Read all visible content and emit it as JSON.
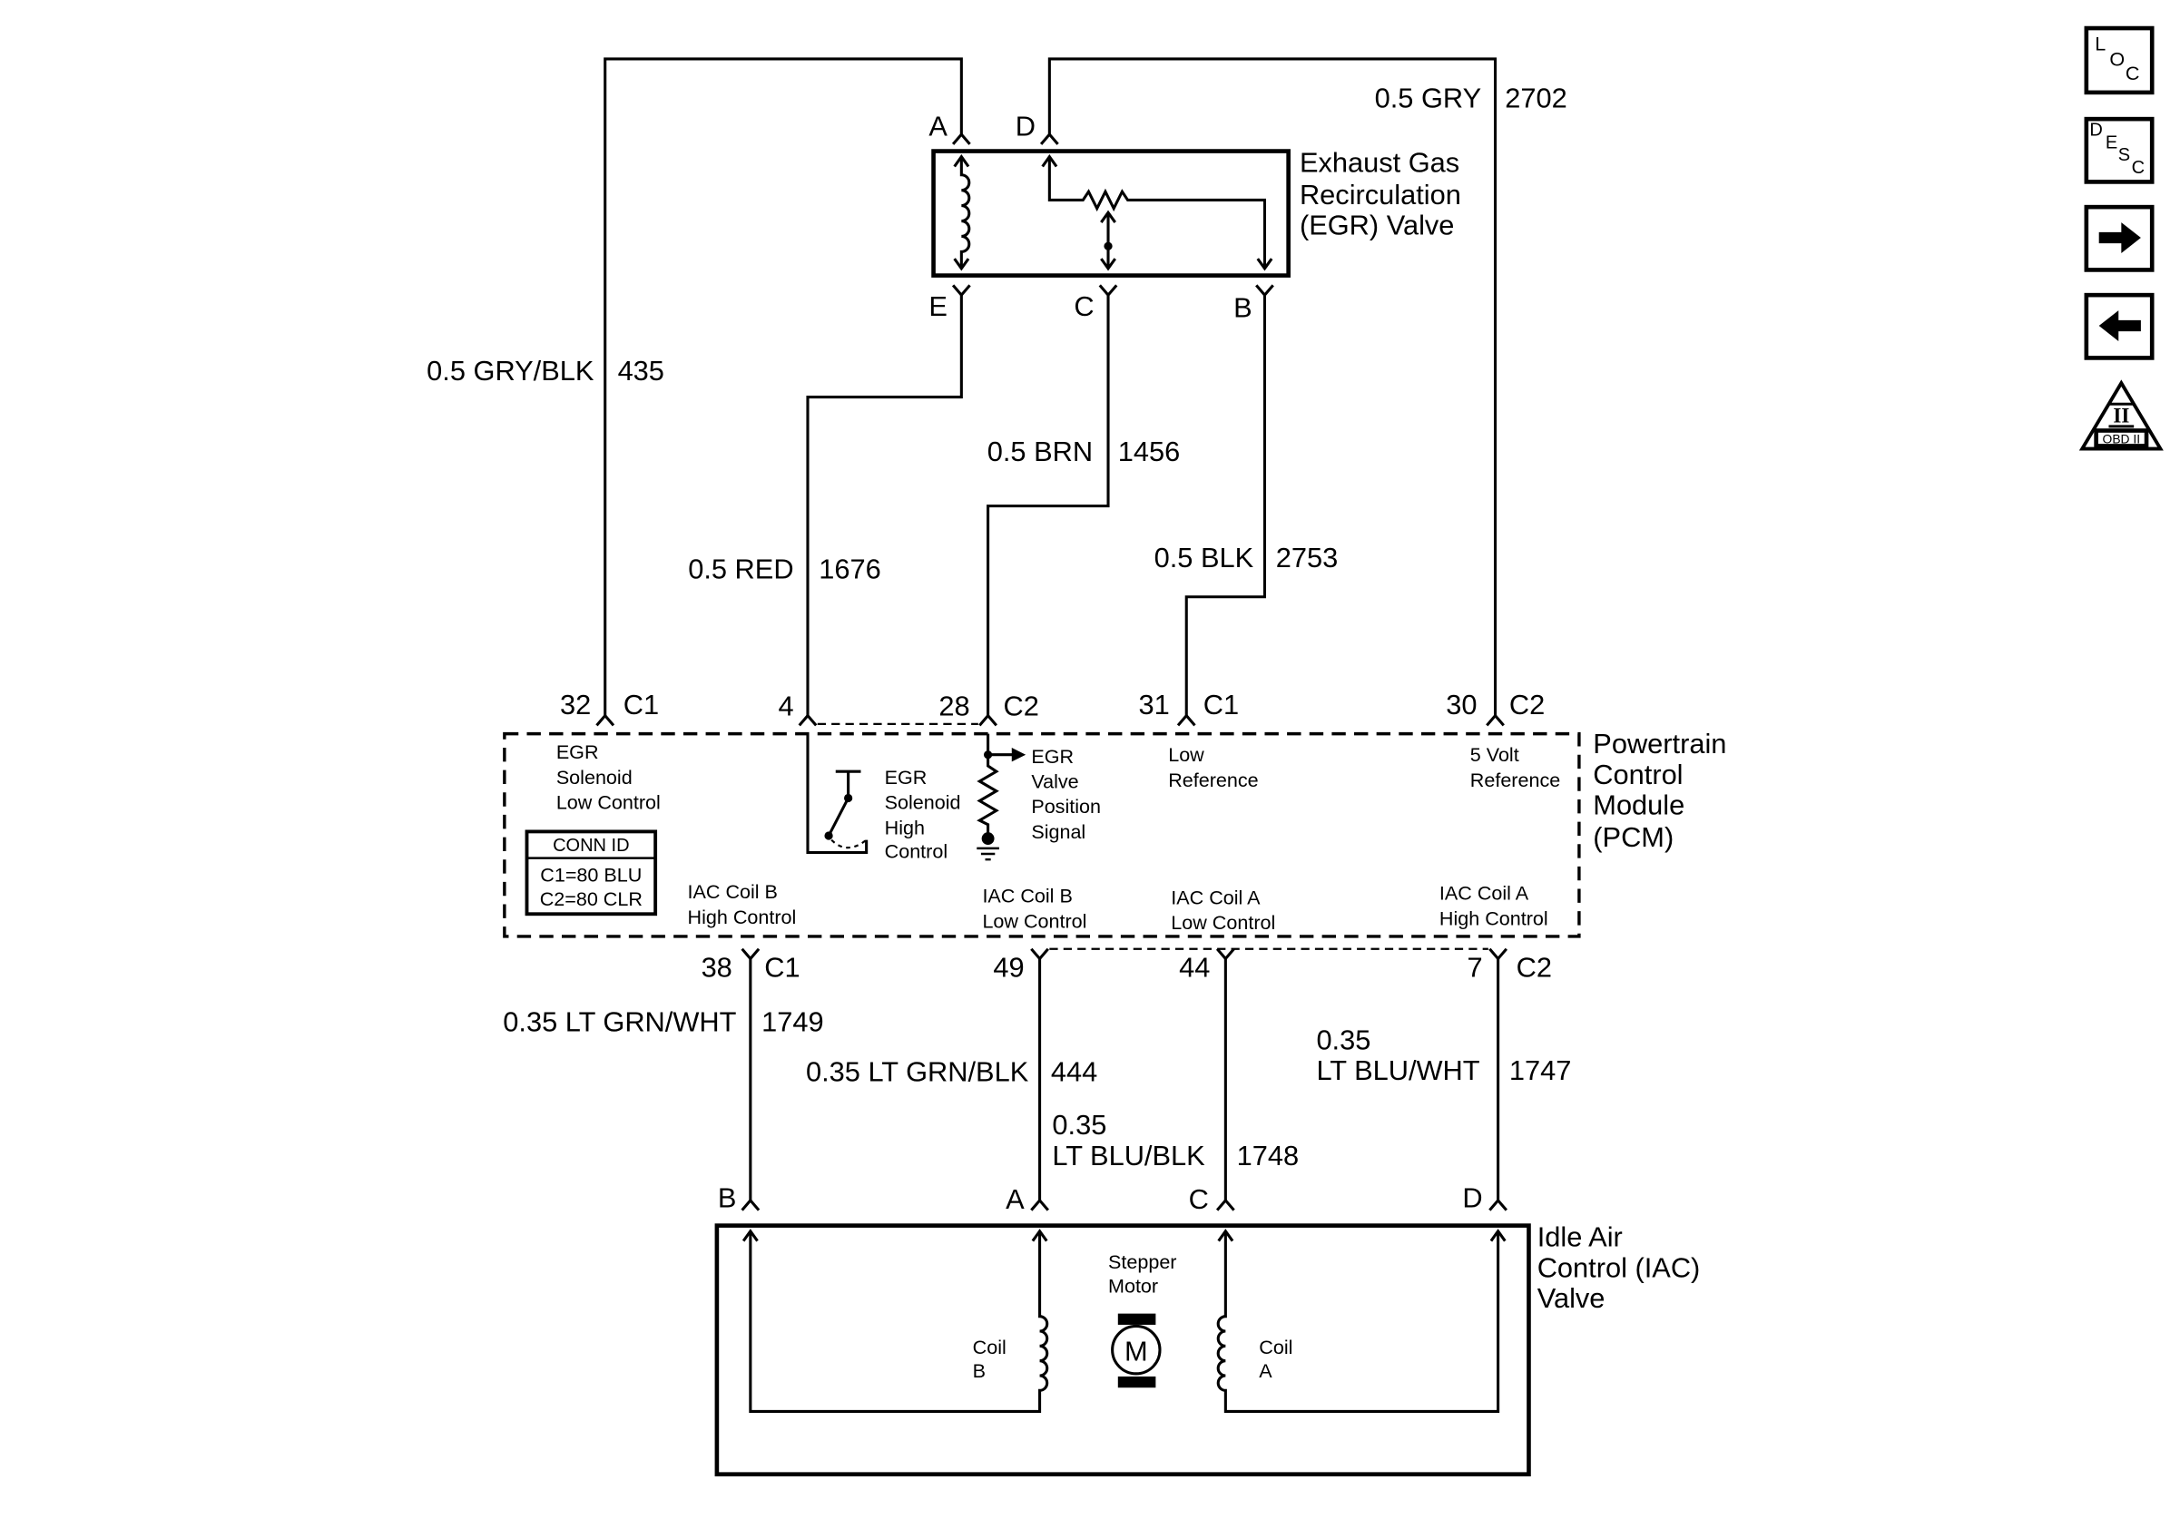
{
  "colors": {
    "ink": "#000000",
    "background": "#ffffff"
  },
  "egr_valve": {
    "label": [
      "Exhaust Gas",
      "Recirculation",
      "(EGR) Valve"
    ],
    "pins": {
      "a": "A",
      "d": "D",
      "e": "E",
      "c": "C",
      "b": "B"
    }
  },
  "pcm": {
    "label": [
      "Powertrain",
      "Control",
      "Module",
      "(PCM)"
    ],
    "conn_id": {
      "title": "CONN ID",
      "rows": [
        "C1=80 BLU",
        "C2=80 CLR"
      ]
    },
    "top_terminals": [
      {
        "pin": "32",
        "connector": "C1",
        "description": [
          "EGR",
          "Solenoid",
          "Low Control"
        ]
      },
      {
        "pin": "4",
        "description": [
          "EGR",
          "Solenoid",
          "High",
          "Control"
        ]
      },
      {
        "pin": "28",
        "connector": "C2",
        "description": [
          "EGR",
          "Valve",
          "Position",
          "Signal"
        ]
      },
      {
        "pin": "31",
        "connector": "C1",
        "description": [
          "Low",
          "Reference"
        ]
      },
      {
        "pin": "30",
        "connector": "C2",
        "description": [
          "5 Volt",
          "Reference"
        ]
      }
    ],
    "bottom_terminals": [
      {
        "pin": "38",
        "connector": "C1",
        "description": [
          "IAC Coil B",
          "High Control"
        ]
      },
      {
        "pin": "49",
        "description": [
          "IAC Coil B",
          "Low Control"
        ]
      },
      {
        "pin": "44",
        "description": [
          "IAC Coil A",
          "Low Control"
        ]
      },
      {
        "pin": "7",
        "connector": "C2",
        "description": [
          "IAC Coil A",
          "High Control"
        ]
      }
    ]
  },
  "iac_valve": {
    "label": [
      "Idle Air",
      "Control (IAC)",
      "Valve"
    ],
    "pins": {
      "b": "B",
      "a": "A",
      "c": "C",
      "d": "D"
    },
    "stepper_motor": {
      "label": [
        "Stepper",
        "Motor"
      ],
      "symbol": "M"
    },
    "coil_b": [
      "Coil",
      "B"
    ],
    "coil_a": [
      "Coil",
      "A"
    ]
  },
  "wires": [
    {
      "label": [
        "0.5 GRY/BLK"
      ],
      "circuit": "435"
    },
    {
      "label": [
        "0.5 GRY"
      ],
      "circuit": "2702"
    },
    {
      "label": [
        "0.5 RED"
      ],
      "circuit": "1676"
    },
    {
      "label": [
        "0.5 BRN"
      ],
      "circuit": "1456"
    },
    {
      "label": [
        "0.5 BLK"
      ],
      "circuit": "2753"
    },
    {
      "label": [
        "0.35 LT GRN/WHT"
      ],
      "circuit": "1749"
    },
    {
      "label": [
        "0.35 LT GRN/BLK"
      ],
      "circuit": "444"
    },
    {
      "label": [
        "0.35",
        "LT BLU/BLK"
      ],
      "circuit": "1748"
    },
    {
      "label": [
        "0.35",
        "LT BLU/WHT"
      ],
      "circuit": "1747"
    }
  ],
  "nav": {
    "loc": {
      "letters": [
        "L",
        "O",
        "C"
      ],
      "icon": "location-icon"
    },
    "desc": {
      "letters": [
        "D",
        "E",
        "S",
        "C"
      ],
      "icon": "description-icon"
    },
    "next": {
      "icon": "right-arrow-icon"
    },
    "previous": {
      "icon": "left-arrow-icon"
    },
    "obd": {
      "numeral": "II",
      "caption": "OBD II",
      "icon": "obd-ii-triangle-icon"
    }
  }
}
